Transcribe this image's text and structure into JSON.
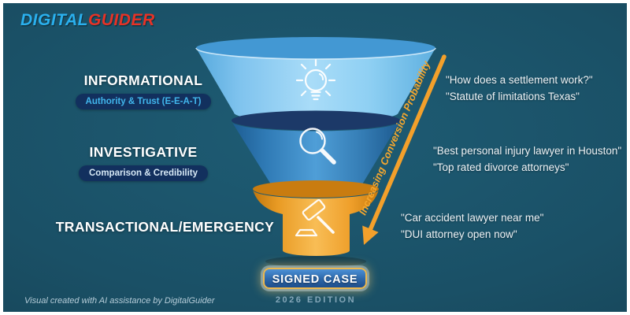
{
  "logo": {
    "part1": "DIGITAL",
    "part2": "GUIDER"
  },
  "stages": [
    {
      "label": "INFORMATIONAL",
      "badge": "Authority & Trust (E-E-A-T)",
      "icon": "lightbulb-icon",
      "queries": [
        "\"How does a settlement work?\"",
        "\"Statute of limitations Texas\""
      ]
    },
    {
      "label": "INVESTIGATIVE",
      "badge": "Comparison & Credibility",
      "icon": "magnifier-icon",
      "queries": [
        "\"Best personal injury lawyer in Houston\"",
        "\"Top rated divorce attorneys\""
      ]
    },
    {
      "label": "TRANSACTIONAL/EMERGENCY",
      "badge": "",
      "icon": "gavel-icon",
      "queries": [
        "\"Car accident lawyer near me\"",
        "\"DUI attorney open now\""
      ]
    }
  ],
  "arrow": {
    "label": "Increasing Conversion Probability"
  },
  "result": {
    "badge": "SIGNED CASE",
    "edition": "2026 EDITION"
  },
  "footer": {
    "credit": "Visual created with AI assistance by DigitalGuider"
  },
  "colors": {
    "background": "#1a5066",
    "logo_blue": "#2ab0ee",
    "logo_red": "#e63226",
    "tier_top_blue": "#8ccbf1",
    "tier_middle_blue": "#3f8fc9",
    "tier_bottom_orange": "#f0a22f",
    "accent_orange": "#f3a02b",
    "badge_navy": "#12305e",
    "badge_text_blue": "#41b6ec",
    "signed_case_gold": "#edb84e"
  }
}
